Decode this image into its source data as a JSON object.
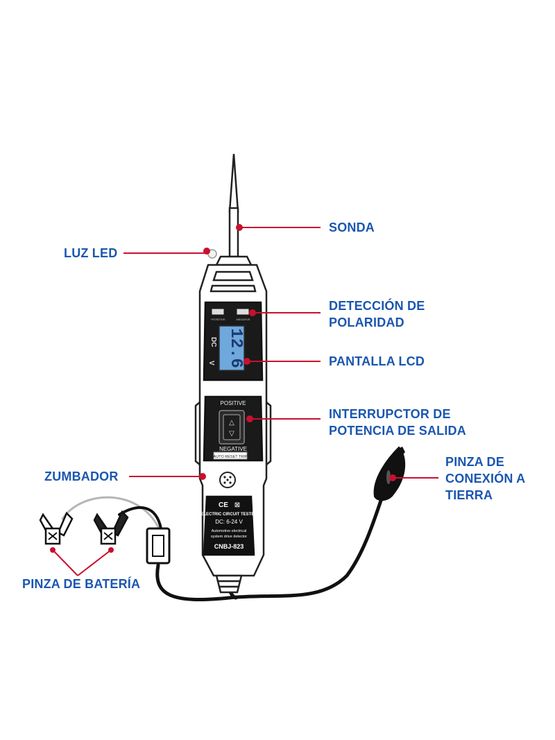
{
  "labels": {
    "sonda": "SONDA",
    "luz_led": "LUZ LED",
    "deteccion_l1": "DETECCIÓN DE",
    "deteccion_l2": "POLARIDAD",
    "pantalla": "PANTALLA LCD",
    "interruptor_l1": "INTERRUPCTOR DE",
    "interruptor_l2": "POTENCIA DE SALIDA",
    "zumbador": "ZUMBADOR",
    "pinza_tierra_l1": "PINZA DE",
    "pinza_tierra_l2": "CONEXIÓN A",
    "pinza_tierra_l3": "TIERRA",
    "pinza_bateria": "PINZA DE BATERÍA"
  },
  "device": {
    "lcd_reading": "12.6",
    "lcd_unit": "DC",
    "lcd_v": "V",
    "led_positive": "+POSITIVE",
    "led_negative": "-NEGATIVE",
    "switch_positive": "POSITIVE",
    "switch_negative": "NEGATIVE",
    "reset_label": "AUTO RESET TRIP",
    "ce_mark": "CE",
    "panel_title": "ELECTRIC CIRCUIT TESTER",
    "panel_range": "DC: 6-24 V",
    "panel_desc_1": "Automotive electrical",
    "panel_desc_2": "system drive detector",
    "panel_model": "CNBJ-823"
  },
  "colors": {
    "label_text": "#1a56b0",
    "leader_line": "#c8102e",
    "lcd_digits": "#6fa8dc",
    "device_outline": "#222222"
  }
}
